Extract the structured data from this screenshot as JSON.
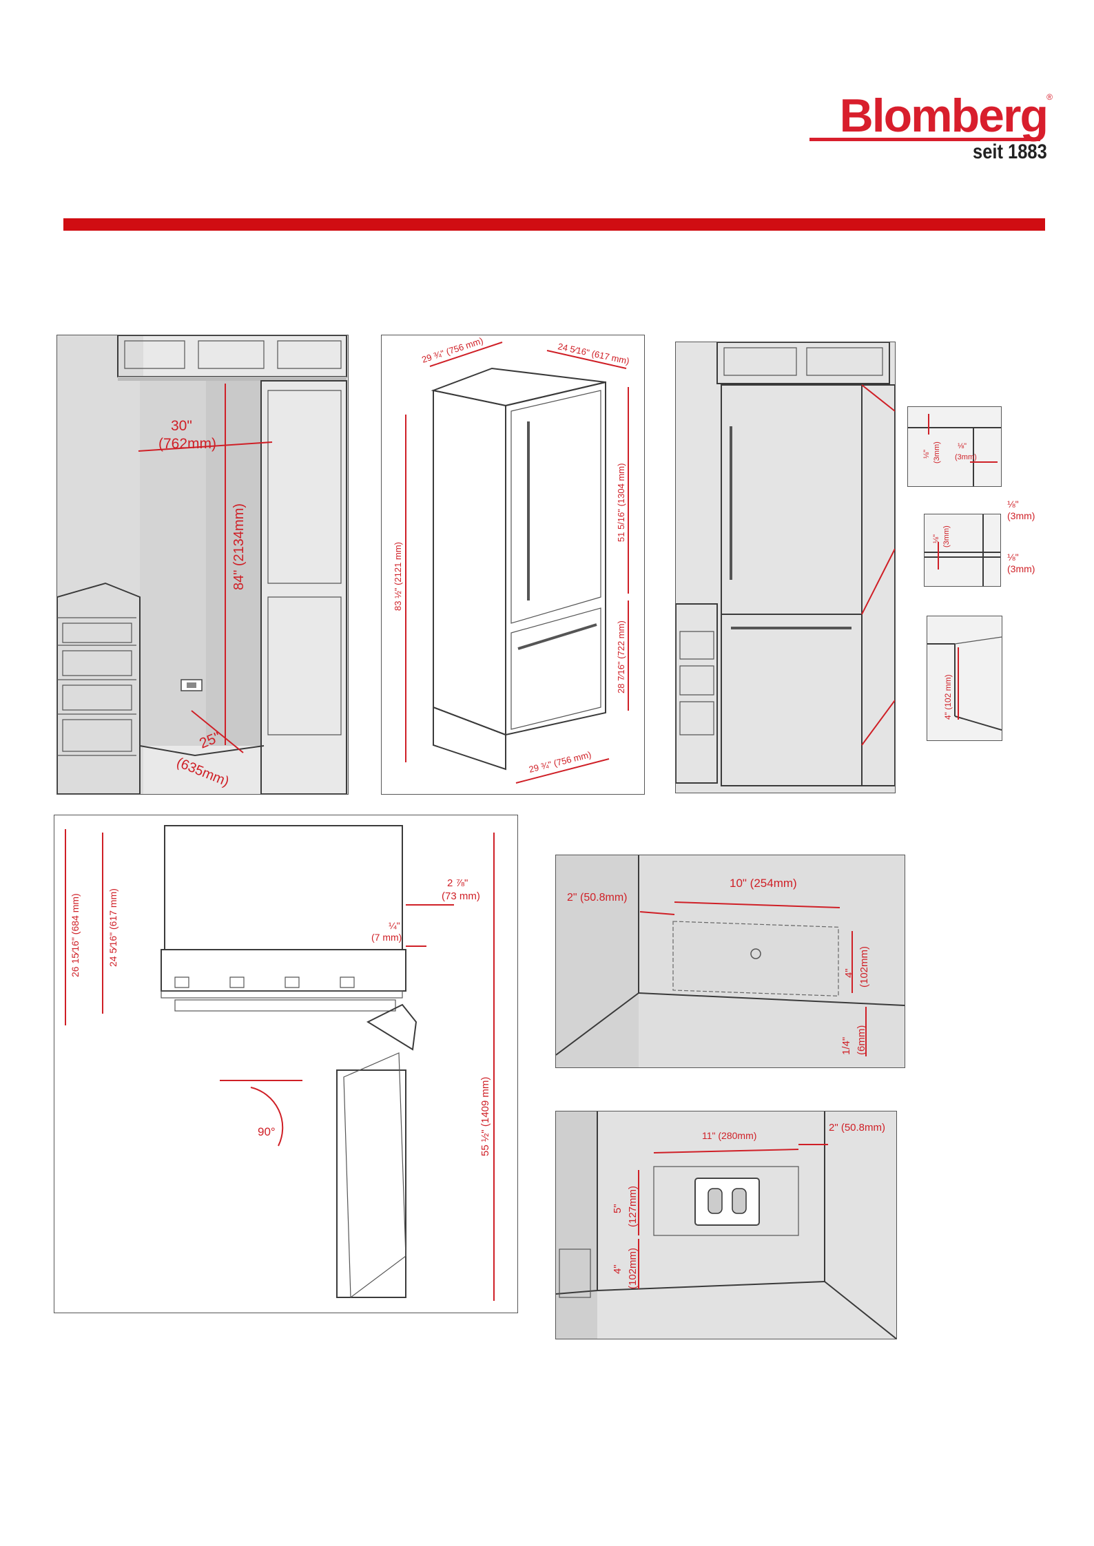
{
  "brand": {
    "name": "Blomberg",
    "reg": "®",
    "sub": "seit 1883",
    "color": "#d81e2c"
  },
  "panels": {
    "niche": {
      "width": "30\"",
      "width_mm": "(762mm)",
      "height": "84\" (2134mm)",
      "depth": "25\"",
      "depth_mm": "(635mm)"
    },
    "appliance": {
      "top_width": "29 ¾\" (756 mm)",
      "top_depth": "24 5⁄16\" (617 mm)",
      "upper_door": "51 5/16\" (1304 mm)",
      "total_height": "83 ½\" (2121 mm)",
      "lower_door": "28 7⁄16\" (722 mm)",
      "bottom_width": "29 ¾\" (756 mm)"
    },
    "gaps": {
      "top_a": "⅛\"",
      "top_a_mm": "(3mm)",
      "top_b": "⅛\"",
      "top_b_mm": "(3mm)",
      "mid_a": "⅛\"",
      "mid_a_mm": "(3mm)",
      "mid_b": "⅛\"",
      "mid_b_mm": "(3mm)",
      "mid_c": "⅛\"",
      "mid_c_mm": "(3mm)",
      "bottom": "4\" (102 mm)"
    },
    "plan": {
      "depth_outer": "26 15⁄16\" (684 mm)",
      "depth_inner": "24 5⁄16\" (617 mm)",
      "offset_a": "2 ⅞\"",
      "offset_a_mm": "(73 mm)",
      "offset_b": "¼\"",
      "offset_b_mm": "(7 mm)",
      "angle": "90°",
      "swing": "55 ½\" (1409 mm)"
    },
    "cutout": {
      "side": "2\" (50.8mm)",
      "width": "10\" (254mm)",
      "height": "4\"",
      "height_mm": "(102mm)",
      "floor": "1/4\"",
      "floor_mm": "(6mm)"
    },
    "outlet": {
      "width": "11\" (280mm)",
      "side": "2\" (50.8mm)",
      "height": "5\"",
      "height_mm": "(127mm)",
      "floor": "4\"",
      "floor_mm": "(102mm)"
    }
  }
}
